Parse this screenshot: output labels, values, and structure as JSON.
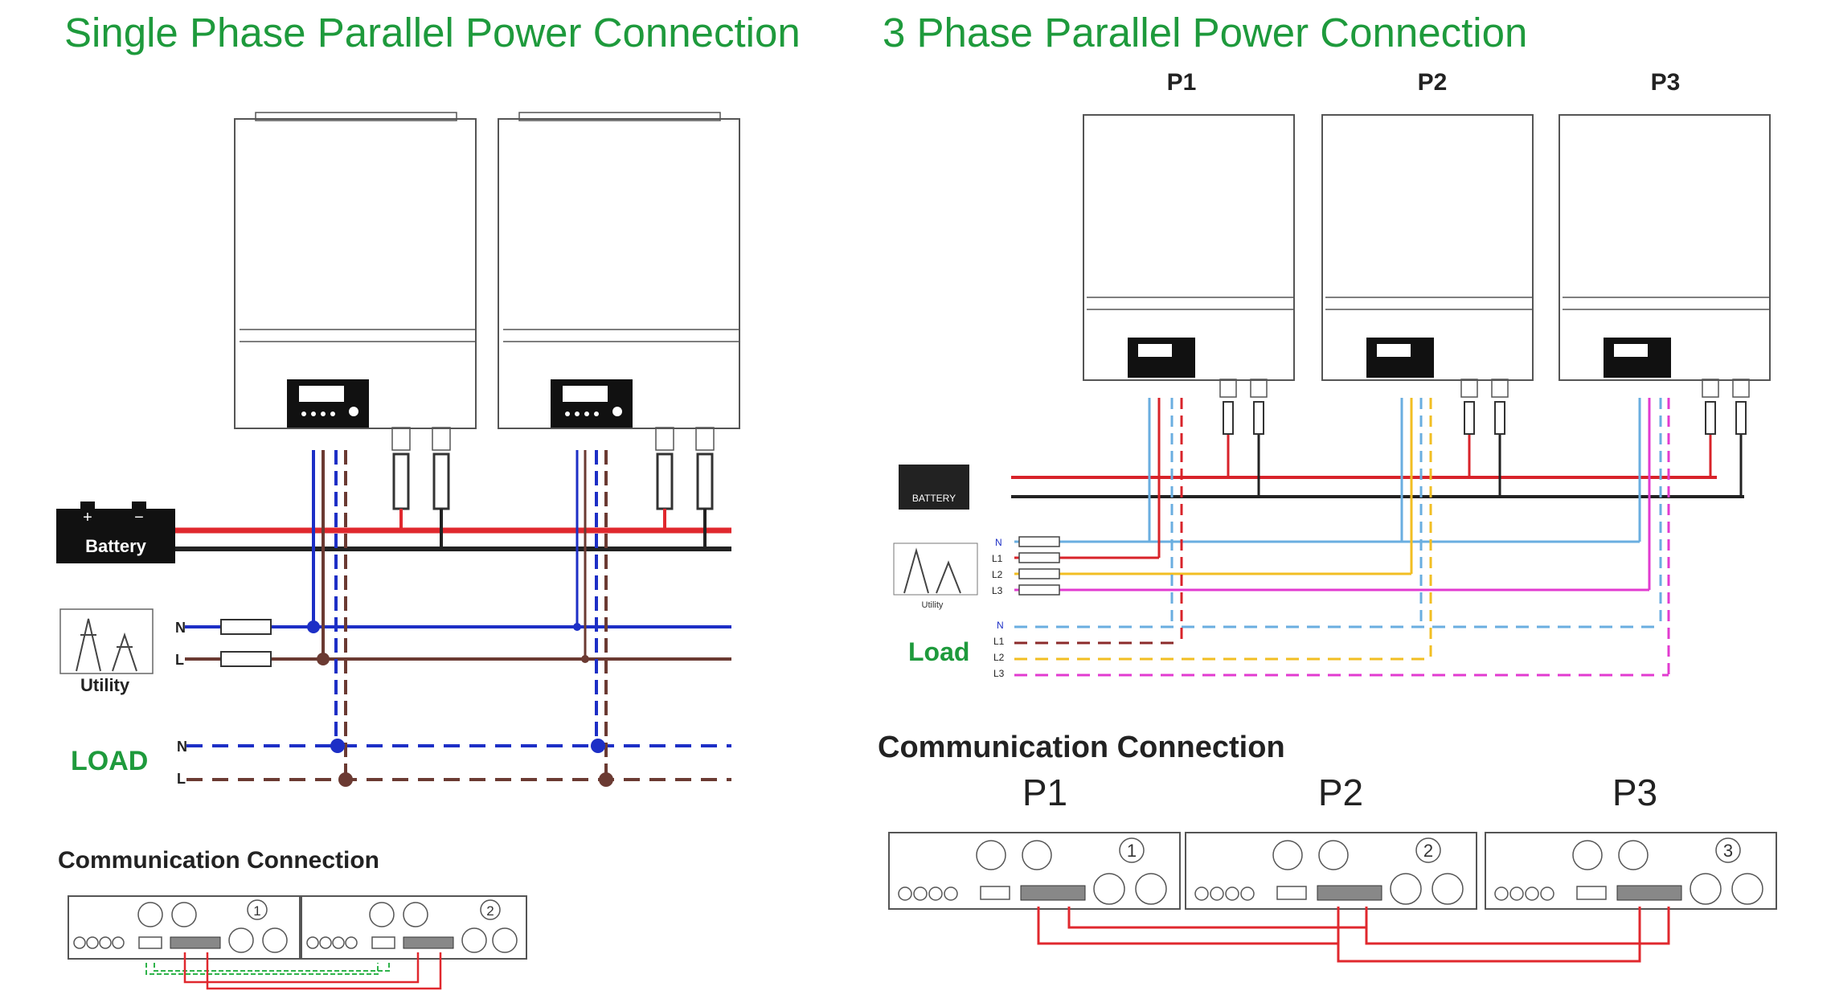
{
  "left": {
    "title": "Single Phase Parallel Power Connection",
    "battery_label": "Battery",
    "battery_pos": "+",
    "battery_neg": "−",
    "utility_label": "Utility",
    "load_label": "LOAD",
    "wire_n": "N",
    "wire_l": "L",
    "comm_title": "Communication Connection",
    "units": [
      "1",
      "2"
    ]
  },
  "right": {
    "title": "3 Phase Parallel Power Connection",
    "phases": [
      "P1",
      "P2",
      "P3"
    ],
    "battery_label": "BATTERY",
    "utility_label": "Utility",
    "load_label": "Load",
    "wire_labels": [
      "N",
      "L1",
      "L2",
      "L3"
    ],
    "comm_title": "Communication Connection",
    "comm_units": [
      "P1",
      "P2",
      "P3"
    ],
    "unit_numbers": [
      "1",
      "2",
      "3"
    ]
  },
  "colors": {
    "title_green": "#1e9a3c",
    "battery_pos": "#e0282e",
    "battery_neg": "#222222",
    "neutral_blue": "#1d2fc6",
    "line_brown": "#6b3a32",
    "n_lightblue": "#6aaee0",
    "l1_red": "#d8232a",
    "l2_yellow": "#f2be22",
    "l3_magenta": "#e23bd0",
    "comm_green": "#2fb34a"
  }
}
